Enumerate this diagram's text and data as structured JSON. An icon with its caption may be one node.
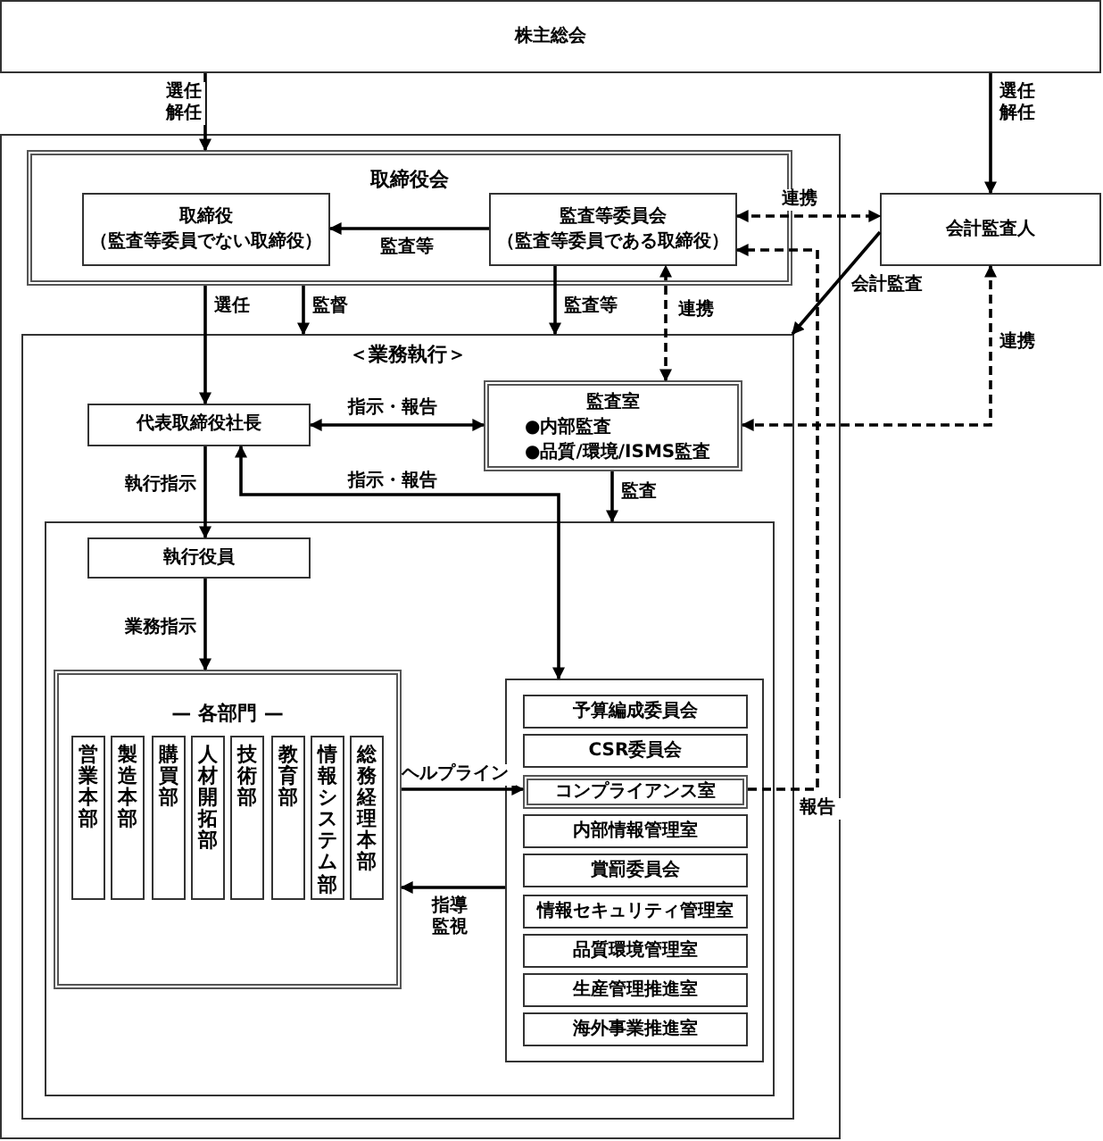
{
  "diagram": {
    "nodes": [
      {
        "text": [
          "株主総会"
        ]
      },
      {
        "text": [],
        "shape": "box"
      },
      {
        "text": [
          "取締役会"
        ],
        "in": 1
      },
      {
        "text": [
          "取締役",
          "（監査等委員でない取締役）"
        ],
        "in": 2
      },
      {
        "text": [
          "監査等委員会",
          "（監査等委員である取締役）"
        ],
        "in": 2
      },
      {
        "text": [
          "会計監査人"
        ]
      },
      {
        "text": [
          "＜業務執行＞"
        ],
        "in": 1
      },
      {
        "text": [
          "代表取締役社長"
        ],
        "in": 6
      },
      {
        "text": [
          "監査室",
          "●内部監査",
          "●品質/環境/ISMS監査"
        ],
        "in": 6
      },
      {
        "text": [],
        "shape": "box",
        "in": 6
      },
      {
        "text": [
          "執行役員"
        ],
        "in": 9
      },
      {
        "text": [
          "— 各部門 —"
        ],
        "in": 9
      },
      {
        "text": [
          "営業本部"
        ],
        "in": 11
      },
      {
        "text": [
          "製造本部"
        ],
        "in": 11
      },
      {
        "text": [
          "購買部"
        ],
        "in": 11
      },
      {
        "text": [
          "人材開拓部"
        ],
        "in": 11
      },
      {
        "text": [
          "技術部"
        ],
        "in": 11
      },
      {
        "text": [
          "教育部"
        ],
        "in": 11
      },
      {
        "text": [
          "情報システム部"
        ],
        "in": 11
      },
      {
        "text": [
          "総務経理本部"
        ],
        "in": 11
      },
      {
        "text": [],
        "shape": "box",
        "in": 9
      },
      {
        "text": [
          "予算編成委員会"
        ],
        "in": 20
      },
      {
        "text": [
          "CSR委員会"
        ],
        "in": 20
      },
      {
        "text": [
          "コンプライアンス室"
        ],
        "in": 20
      },
      {
        "text": [
          "内部情報管理室"
        ],
        "in": 20
      },
      {
        "text": [
          "賞罰委員会"
        ],
        "in": 20
      },
      {
        "text": [
          "情報セキュリティ管理室"
        ],
        "in": 20
      },
      {
        "text": [
          "品質環境管理室"
        ],
        "in": 20
      },
      {
        "text": [
          "生産管理推進室"
        ],
        "in": 20
      },
      {
        "text": [
          "海外事業推進室"
        ],
        "in": 20
      }
    ],
    "edges": [
      {
        "from": 0,
        "to": 2,
        "arrow": "to",
        "label": "選任解任"
      },
      {
        "from": 0,
        "to": 5,
        "arrow": "to",
        "label": "選任解任"
      },
      {
        "from": 4,
        "to": 3,
        "arrow": "to",
        "label": "監査等"
      },
      {
        "from": 4,
        "to": 5,
        "arrow": "both",
        "label": "連携",
        "style": "dashed"
      },
      {
        "from": 5,
        "to": 6,
        "arrow": "to",
        "label": "会計監査"
      },
      {
        "from": 2,
        "to": 7,
        "arrow": "to",
        "label": "選任"
      },
      {
        "from": 2,
        "to": 6,
        "arrow": "to",
        "label": "監督"
      },
      {
        "from": 4,
        "to": 6,
        "arrow": "to",
        "label": "監査等"
      },
      {
        "from": 8,
        "to": 4,
        "arrow": "both",
        "label": "連携",
        "style": "dashed"
      },
      {
        "from": 5,
        "to": 8,
        "arrow": "both",
        "label": "連携",
        "style": "dashed"
      },
      {
        "from": 7,
        "to": 8,
        "arrow": "both",
        "label": "指示・報告"
      },
      {
        "from": 8,
        "to": 9,
        "arrow": "to",
        "label": "監査"
      },
      {
        "from": 7,
        "to": 10,
        "arrow": "to",
        "label": "執行指示"
      },
      {
        "from": 10,
        "to": 11,
        "arrow": "to",
        "label": "業務指示"
      },
      {
        "from": 7,
        "to": 20,
        "arrow": "both",
        "label": "指示・報告"
      },
      {
        "from": 11,
        "to": 23,
        "arrow": "to",
        "label": "ヘルプライン"
      },
      {
        "from": 20,
        "to": 11,
        "arrow": "to",
        "label": "指導監視"
      },
      {
        "from": 23,
        "to": 4,
        "arrow": "to",
        "label": "報告",
        "style": "dashed"
      }
    ]
  }
}
